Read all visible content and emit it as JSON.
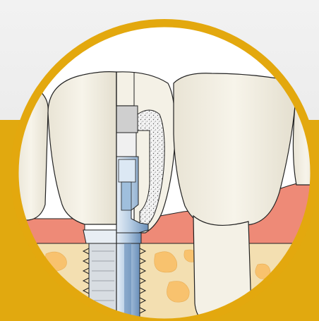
{
  "figure": {
    "subject": "dental-implant-cross-section",
    "parts": [
      "background-top-gray",
      "background-band-gold",
      "circle-frame",
      "left-neighbour-tooth",
      "right-neighbour-tooth",
      "gum-tissue",
      "jaw-bone",
      "implant-crown-cutaway",
      "abutment",
      "abutment-screw",
      "implant-fixture-threads",
      "cement-layer"
    ],
    "colors": {
      "bg_top": "#ececec",
      "bg_band": "#e1a90f",
      "frame_ring": "#e3a80e",
      "frame_inner": "#ffffff",
      "tooth": "#f4f1e6",
      "tooth_shadow": "#dcd6c6",
      "gum": "#ee8a77",
      "bone": "#f3dfb1",
      "bone_spot": "#f8c26e",
      "metal_light": "#e8f1fa",
      "metal_mid": "#9fbfdd",
      "metal_dark": "#5e86b4",
      "outline": "#222222",
      "cement": "#d9d9d9"
    }
  }
}
